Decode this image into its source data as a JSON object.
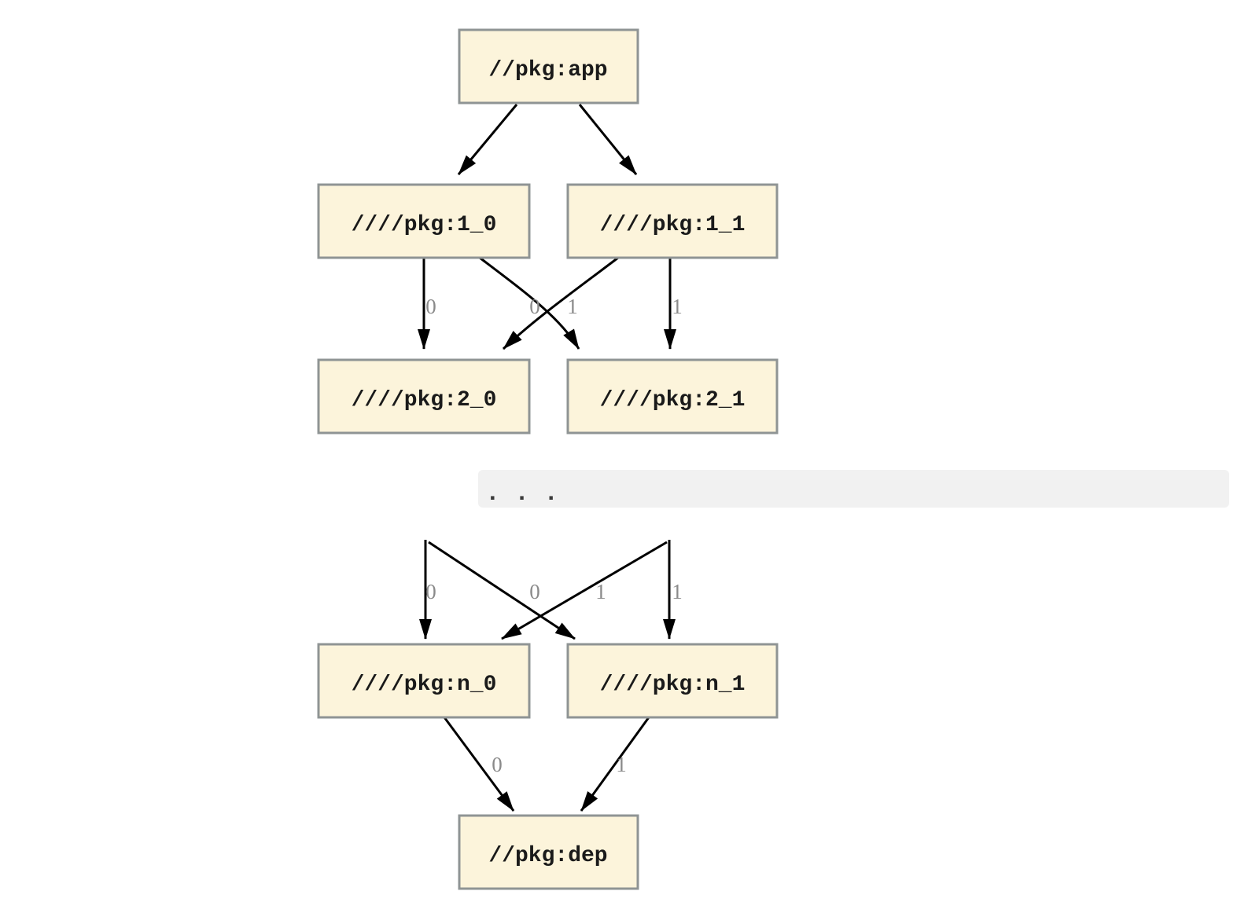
{
  "diagram": {
    "kind": "dependency-graph",
    "nodes": {
      "app": "//pkg:app",
      "n1_0": "////pkg:1_0",
      "n1_1": "////pkg:1_1",
      "n2_0": "////pkg:2_0",
      "n2_1": "////pkg:2_1",
      "nn_0": "////pkg:n_0",
      "nn_1": "////pkg:n_1",
      "dep": "//pkg:dep"
    },
    "ellipsis": ". . .",
    "edge_labels": {
      "e1_0_to_2_0": "0",
      "e1_1_to_2_0": "0",
      "e1_0_to_2_1": "1",
      "e1_1_to_2_1": "1",
      "to_n_0_vertical": "0",
      "to_n_0_cross": "0",
      "to_n_1_cross": "1",
      "to_n_1_vertical": "1",
      "en_0_to_dep": "0",
      "en_1_to_dep": "1"
    },
    "colors": {
      "node_fill": "#fcf4db",
      "node_border": "#8f9494",
      "node_text": "#1a1a1a",
      "edge": "#000000",
      "edge_label": "#8a8a8a",
      "ellipsis_background": "#f1f1f1",
      "ellipsis_dots": "#3b3b3b"
    }
  }
}
